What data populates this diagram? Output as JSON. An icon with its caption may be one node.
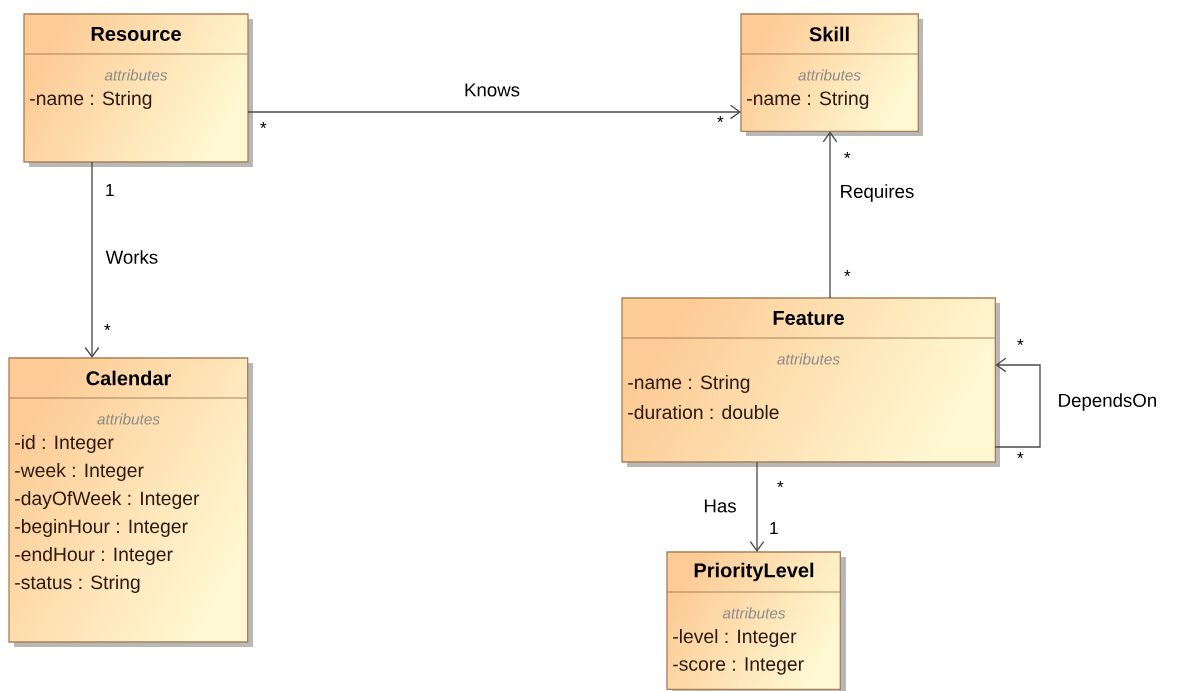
{
  "diagram": {
    "nodes": [
      {
        "text": [
          "Resource",
          "attributes",
          "-name : String"
        ]
      },
      {
        "text": [
          "Skill",
          "attributes",
          "-name : String"
        ]
      },
      {
        "text": [
          "Calendar",
          "attributes",
          "-id : Integer",
          "-week : Integer",
          "-dayOfWeek : Integer",
          "-beginHour : Integer",
          "-endHour : Integer",
          "-status : String"
        ]
      },
      {
        "text": [
          "Feature",
          "attributes",
          "-name : String",
          "-duration : double"
        ]
      },
      {
        "text": [
          "PriorityLevel",
          "attributes",
          "-level : Integer",
          "-score : Integer"
        ]
      }
    ],
    "edges": [
      {
        "from": 0,
        "to": 1,
        "arrow": "to",
        "label": "Knows"
      },
      {
        "from": 0,
        "to": 2,
        "arrow": "to",
        "label": "Works"
      },
      {
        "from": 3,
        "to": 1,
        "arrow": "to",
        "label": "Requires"
      },
      {
        "from": 3,
        "to": 3,
        "arrow": "to",
        "label": "DependsOn"
      },
      {
        "from": 3,
        "to": 4,
        "arrow": "to",
        "label": "Has"
      }
    ],
    "labels": [
      "*",
      "*",
      "1",
      "*",
      "*",
      "*",
      "*",
      "*",
      "*",
      "1"
    ]
  }
}
